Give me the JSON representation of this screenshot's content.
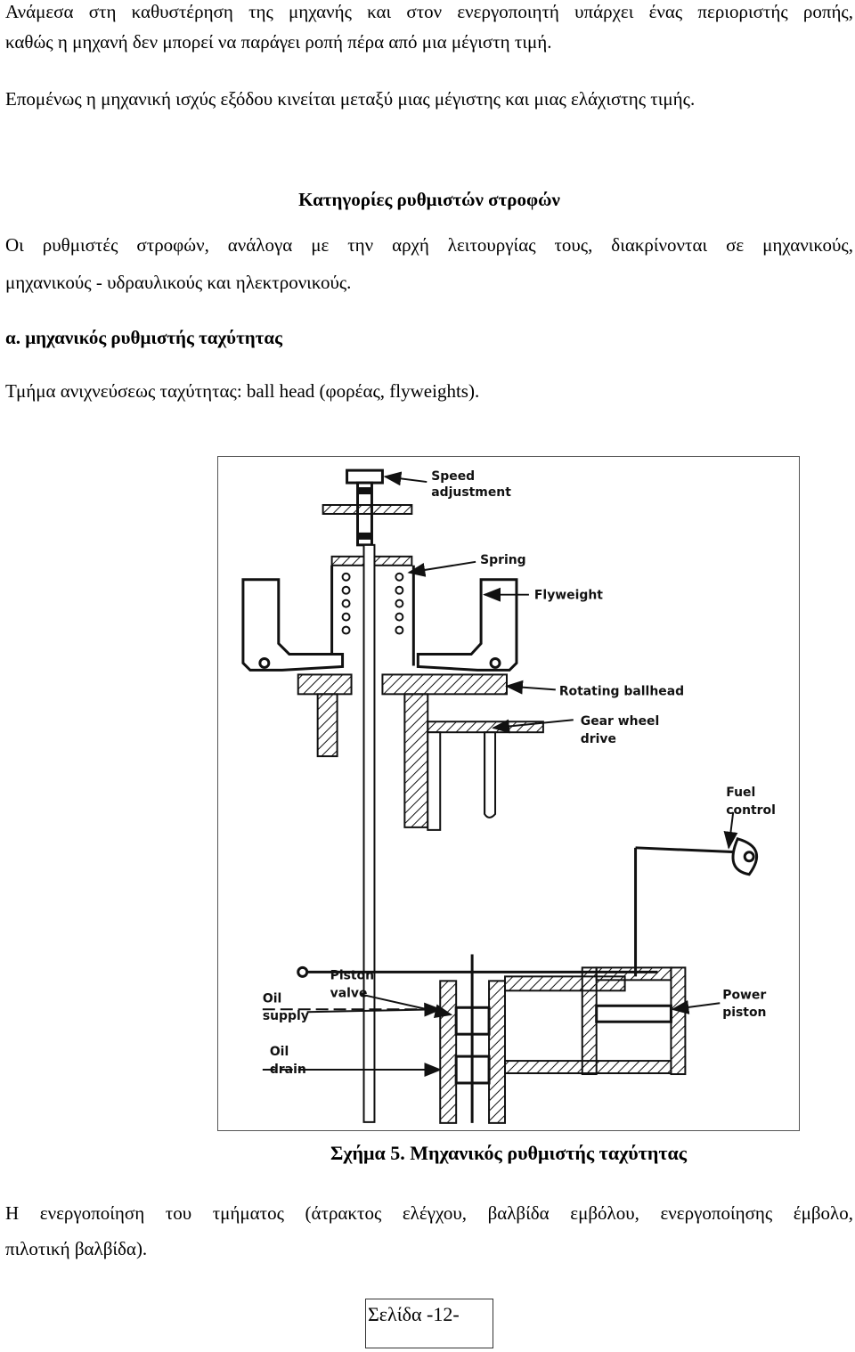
{
  "paragraphs": {
    "p1_line1": "Ανάμεσα στη καθυστέρηση της μηχανής και στον ενεργοποιητή υπάρχει ένας περιοριστής ροπής,",
    "p1_line2": "καθώς η μηχανή δεν μπορεί να παράγει ροπή πέρα από μια μέγιστη τιμή.",
    "p2": "Επομένως η μηχανική ισχύς εξόδου κινείται μεταξύ μιας μέγιστης και μιας ελάχιστης τιμής.",
    "heading": "Κατηγορίες ρυθμιστών στροφών",
    "p3_line1": "Οι ρυθμιστές στροφών, ανάλογα με την αρχή λειτουργίας τους, διακρίνονται σε μηχανικούς,",
    "p3_line2": "μηχανικούς - υδραυλικούς και ηλεκτρονικούς.",
    "subheading": "α. μηχανικός ρυθμιστής ταχύτητας",
    "p4": "Τμήμα ανιχνεύσεως ταχύτητας: ball head (φορέας, flyweights).",
    "p5_line1": "Η ενεργοποίηση του τμήματος (άτρακτος ελέγχου, βαλβίδα εμβόλου, ενεργοποίησης έμβολο,",
    "p5_line2": "πιλοτική βαλβίδα)."
  },
  "figure": {
    "labels": {
      "speed": "Speed",
      "adjustment": "adjustment",
      "spring": "Spring",
      "flyweight": "Flyweight",
      "ballhead": "Rotating ballhead",
      "gear1": "Gear wheel",
      "gear2": "drive",
      "fuel1": "Fuel",
      "fuel2": "control",
      "piston1": "Piston",
      "piston2": "valve",
      "oilsupply1": "Oil",
      "oilsupply2": "supply",
      "oildrain1": "Oil",
      "oildrain2": "drain",
      "power1": "Power",
      "power2": "piston"
    },
    "caption": "Σχήμα 5. Μηχανικός ρυθμιστής ταχύτητας"
  },
  "page_number": "Σελίδα -12-"
}
